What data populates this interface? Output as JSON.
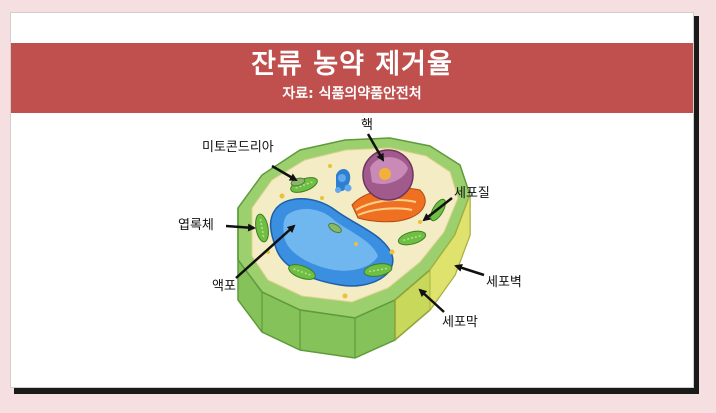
{
  "slide": {
    "title": "잔류 농약 제거율",
    "source": "자료: 식품의약품안전처"
  },
  "diagram": {
    "labels": {
      "nucleus": "핵",
      "mitochondria": "미토콘드리아",
      "chloroplast": "엽록체",
      "vacuole": "액포",
      "cytoplasm": "세포질",
      "cell_wall": "세포벽",
      "cell_membrane": "세포막"
    }
  },
  "colors": {
    "background": "#f6dfe1",
    "banner": "#c0504d",
    "cell_wall": "#a6d979",
    "cytoplasm": "#f4edc6",
    "vacuole": "#3a8fe0",
    "nucleus": "#a15a8c",
    "golgi": "#f07022",
    "er": "#2f7fd1",
    "chloroplast": "#6fbf45"
  }
}
